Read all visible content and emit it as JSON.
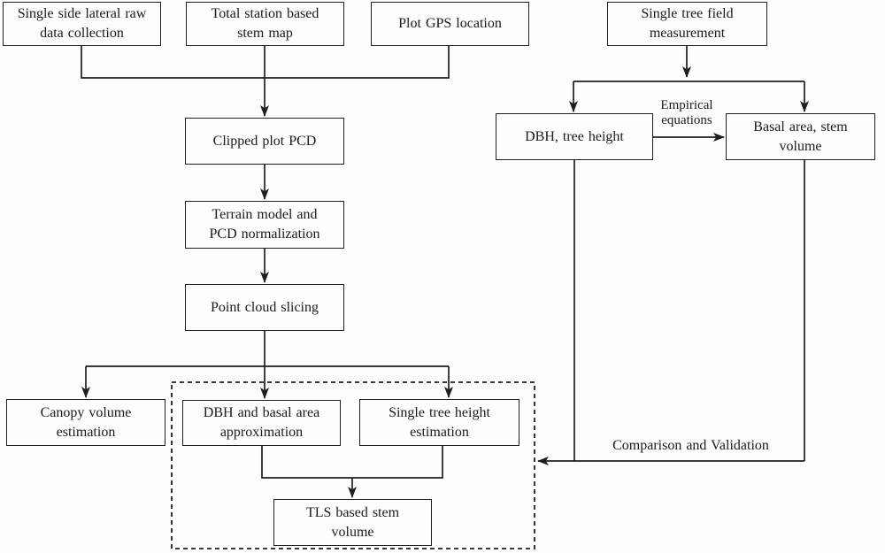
{
  "figure": {
    "type": "flowchart",
    "background_color": "#fdfdfd",
    "line_color": "#1e1e1e",
    "text_color": "#1a1a1a",
    "nodes": {
      "raw_data": {
        "label": "Single side lateral raw\ndata collection"
      },
      "stem_map": {
        "label": "Total station based\nstem map"
      },
      "gps": {
        "label": "Plot GPS location"
      },
      "field_measure": {
        "label": "Single tree field\nmeasurement"
      },
      "clipped_pcd": {
        "label": "Clipped plot PCD"
      },
      "terrain": {
        "label": "Terrain model and\nPCD normalization"
      },
      "slicing": {
        "label": "Point cloud slicing"
      },
      "canopy": {
        "label": "Canopy volume\nestimation"
      },
      "dbh_approx": {
        "label": "DBH and basal area\napproximation"
      },
      "height_est": {
        "label": "Single tree height\nestimation"
      },
      "tls_volume": {
        "label": "TLS based stem\nvolume"
      },
      "dbh_height": {
        "label": "DBH, tree height"
      },
      "basal_volume": {
        "label": "Basal area, stem\nvolume"
      }
    },
    "edge_labels": {
      "empirical": "Empirical\nequations",
      "comparison": "Comparison and Validation"
    }
  }
}
